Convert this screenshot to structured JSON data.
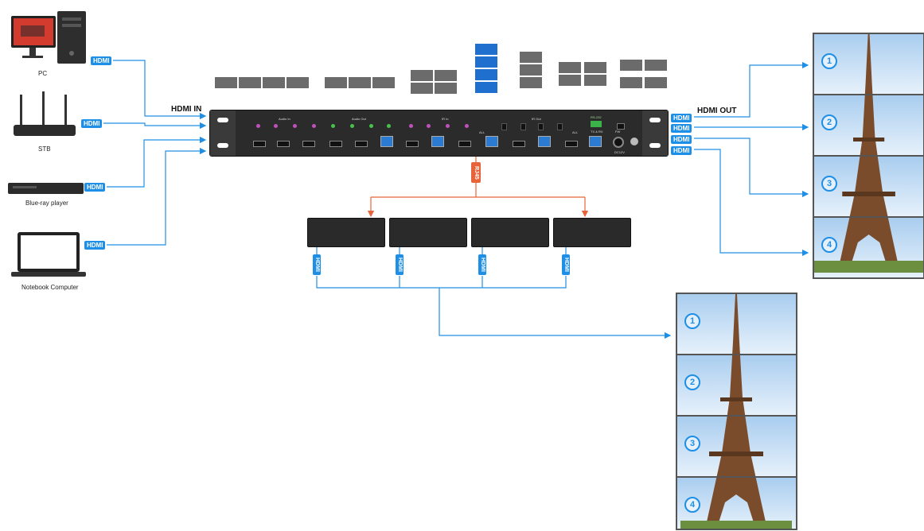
{
  "sources": [
    {
      "label": "PC",
      "connector": "HDMI"
    },
    {
      "label": "STB",
      "connector": "HDMI"
    },
    {
      "label": "Blue-ray player",
      "connector": "HDMI"
    },
    {
      "label": "Notebook Computer",
      "connector": "HDMI"
    }
  ],
  "headers": {
    "input": "HDMI IN",
    "output": "HDMI OUT"
  },
  "outputs": [
    {
      "connector": "HDMI",
      "screen": "1"
    },
    {
      "connector": "HDMI",
      "screen": "2"
    },
    {
      "connector": "HDMI",
      "screen": "3"
    },
    {
      "connector": "HDMI",
      "screen": "4"
    }
  ],
  "link_label": "RJ45",
  "receiver_connectors": [
    "HDMI",
    "HDMI",
    "HDMI",
    "HDMI"
  ],
  "remote_wall_screens": [
    "1",
    "2",
    "3",
    "4"
  ],
  "panel_labels": {
    "audio_in": "Audio In",
    "audio_out": "Audio Out",
    "ir_in": "IR In",
    "ir_out": "IR Out",
    "rs232": "RS-232",
    "rs232_sub": "TX & RX",
    "fw": "FW",
    "power": "DC12V",
    "all": "ALL"
  },
  "colors": {
    "link_blue": "#1e8fe6",
    "rj45_orange": "#e8633a",
    "layout_gray": "#6b6b6b",
    "layout_blue": "#1f6fce"
  }
}
